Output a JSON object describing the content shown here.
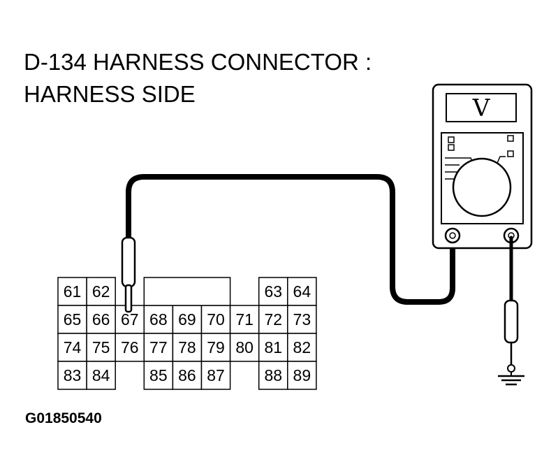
{
  "title": {
    "line1": "D-134 HARNESS CONNECTOR :",
    "line2": "HARNESS SIDE"
  },
  "figure_code": "G01850540",
  "meter": {
    "display_label": "V"
  },
  "connector": {
    "rows": [
      [
        "61",
        "62",
        "",
        "",
        "",
        "",
        "",
        "63",
        "64"
      ],
      [
        "65",
        "66",
        "67",
        "68",
        "69",
        "70",
        "71",
        "72",
        "73"
      ],
      [
        "74",
        "75",
        "76",
        "77",
        "78",
        "79",
        "80",
        "81",
        "82"
      ],
      [
        "83",
        "84",
        "",
        "85",
        "86",
        "87",
        "",
        "88",
        "89"
      ]
    ],
    "probe_pin": "67"
  }
}
